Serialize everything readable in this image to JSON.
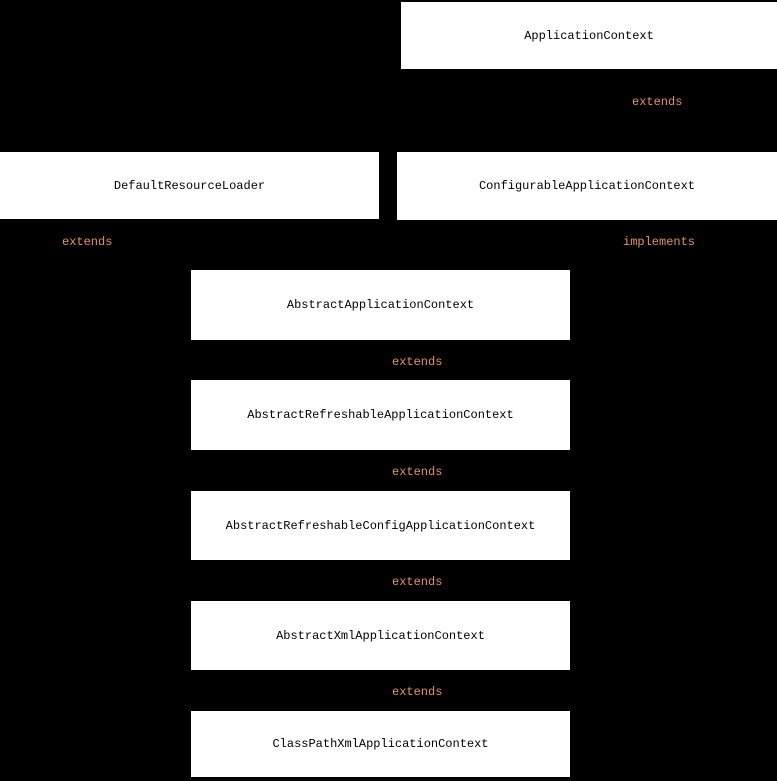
{
  "diagram": {
    "type": "class-hierarchy",
    "colors": {
      "background": "#000000",
      "node_background": "#ffffff",
      "node_text": "#000000",
      "relation_label": "#e0936e"
    },
    "nodes": [
      {
        "id": "application-context",
        "label": "ApplicationContext"
      },
      {
        "id": "default-resource-loader",
        "label": "DefaultResourceLoader"
      },
      {
        "id": "configurable-application-context",
        "label": "ConfigurableApplicationContext"
      },
      {
        "id": "abstract-application-context",
        "label": "AbstractApplicationContext"
      },
      {
        "id": "abstract-refreshable-application-context",
        "label": "AbstractRefreshableApplicationContext"
      },
      {
        "id": "abstract-refreshable-config-application-context",
        "label": "AbstractRefreshableConfigApplicationContext"
      },
      {
        "id": "abstract-xml-application-context",
        "label": "AbstractXmlApplicationContext"
      },
      {
        "id": "classpath-xml-application-context",
        "label": "ClassPathXmlApplicationContext"
      }
    ],
    "relations": [
      {
        "id": "extends-configurable-to-application",
        "label": "extends"
      },
      {
        "id": "extends-abstract-to-default-resource-loader",
        "label": "extends"
      },
      {
        "id": "implements-abstract-to-configurable",
        "label": "implements"
      },
      {
        "id": "extends-refreshable-to-abstract",
        "label": "extends"
      },
      {
        "id": "extends-refreshable-config-to-refreshable",
        "label": "extends"
      },
      {
        "id": "extends-xml-to-refreshable-config",
        "label": "extends"
      },
      {
        "id": "extends-classpath-xml-to-xml",
        "label": "extends"
      }
    ]
  }
}
